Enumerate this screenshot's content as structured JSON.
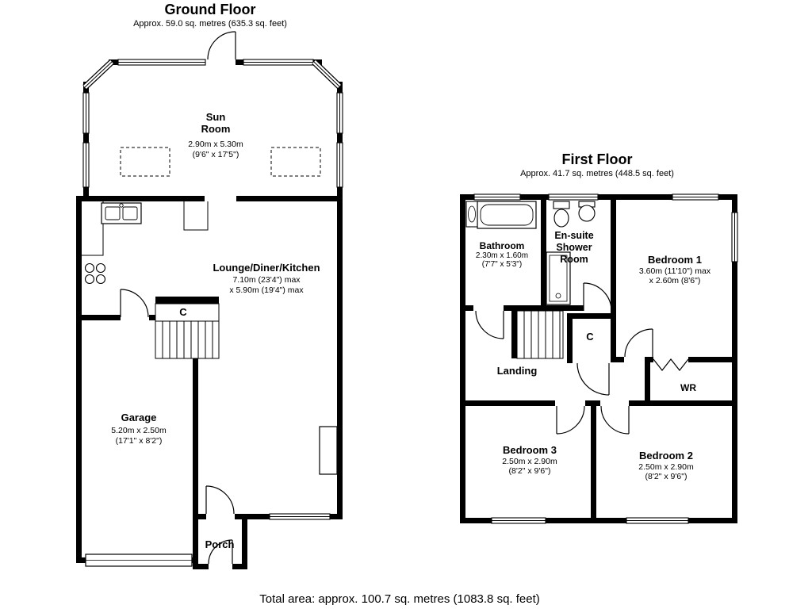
{
  "page": {
    "total_area": "Total area: approx. 100.7 sq. metres (1083.8 sq. feet)"
  },
  "ground_floor": {
    "title": "Ground Floor",
    "subtitle": "Approx. 59.0 sq. metres (635.3 sq. feet)",
    "rooms": {
      "sun_room": {
        "name": "Sun\nRoom",
        "dims_m": "2.90m x 5.30m",
        "dims_ft": "(9'6\" x 17'5\")"
      },
      "lounge": {
        "name": "Lounge/Diner/Kitchen",
        "dims_m": "7.10m (23'4\") max",
        "dims_m2": "x 5.90m (19'4\") max"
      },
      "cupboard": {
        "name": "C"
      },
      "garage": {
        "name": "Garage",
        "dims_m": "5.20m x 2.50m",
        "dims_ft": "(17'1\" x 8'2\")"
      },
      "porch": {
        "name": "Porch"
      }
    }
  },
  "first_floor": {
    "title": "First Floor",
    "subtitle": "Approx. 41.7 sq. metres (448.5 sq. feet)",
    "rooms": {
      "bathroom": {
        "name": "Bathroom",
        "dims_m": "2.30m x 1.60m",
        "dims_ft": "(7'7\" x 5'3\")"
      },
      "ensuite": {
        "name": "En-suite\nShower\nRoom"
      },
      "bedroom1": {
        "name": "Bedroom 1",
        "dims_m": "3.60m (11'10\") max",
        "dims_m2": "x 2.60m (8'6\")"
      },
      "landing": {
        "name": "Landing"
      },
      "cupboard": {
        "name": "C"
      },
      "wr": {
        "name": "WR"
      },
      "bedroom3": {
        "name": "Bedroom 3",
        "dims_m": "2.50m x 2.90m",
        "dims_ft": "(8'2\" x 9'6\")"
      },
      "bedroom2": {
        "name": "Bedroom 2",
        "dims_m": "2.50m x 2.90m",
        "dims_ft": "(8'2\" x 9'6\")"
      }
    }
  }
}
